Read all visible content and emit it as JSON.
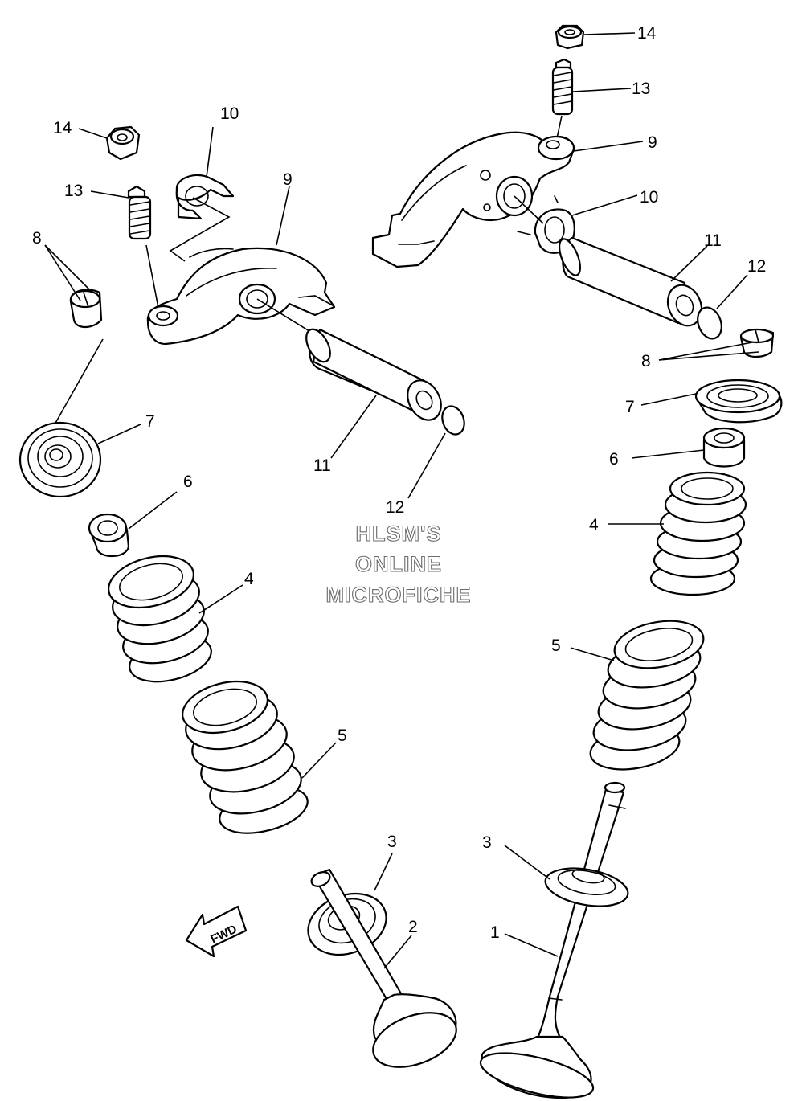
{
  "watermark": {
    "line1": "HLSM'S",
    "line2": "ONLINE",
    "line3": "MICROFICHE"
  },
  "fwd_label": "FWD",
  "callouts": {
    "c14_left": "14",
    "c13_left": "13",
    "c8_left": "8",
    "c10_left": "10",
    "c9_left": "9",
    "c7_left": "7",
    "c11_left": "11",
    "c12_left": "12",
    "c6_left": "6",
    "c4_left": "4",
    "c5_left": "5",
    "c3_left": "3",
    "c2": "2",
    "c14_right": "14",
    "c13_right": "13",
    "c9_right": "9",
    "c10_right": "10",
    "c11_right": "11",
    "c12_right": "12",
    "c8_right": "8",
    "c7_right": "7",
    "c6_right": "6",
    "c4_right": "4",
    "c5_right": "5",
    "c3_right": "3",
    "c1": "1"
  }
}
